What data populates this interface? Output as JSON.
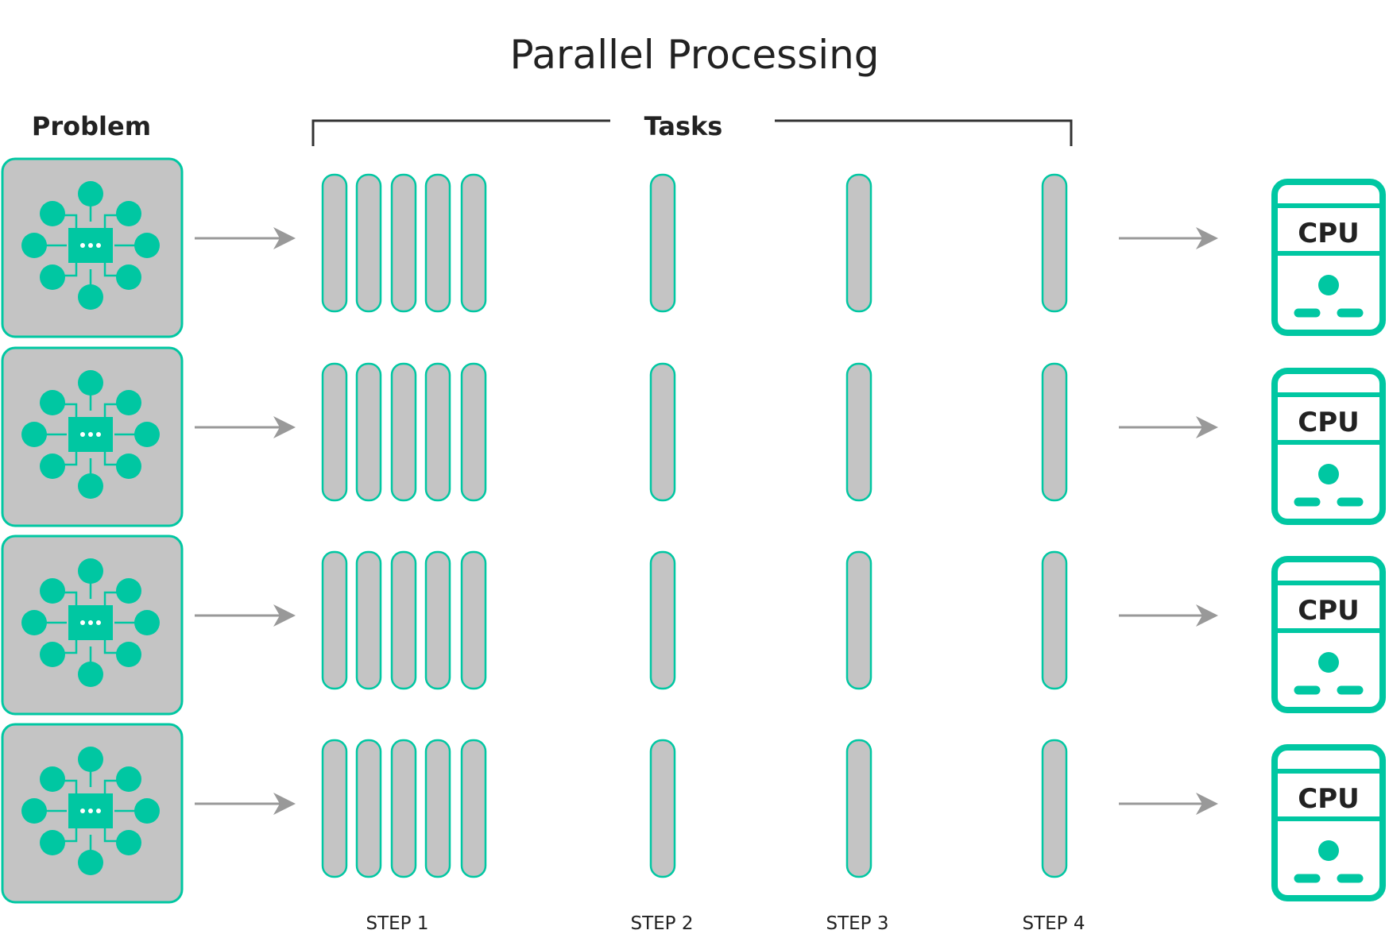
{
  "title": "Parallel Processing",
  "problem_label": "Problem",
  "tasks_label": "Tasks",
  "steps": [
    "STEP 1",
    "STEP 2",
    "STEP 3",
    "STEP 4"
  ],
  "cpu_label": "CPU",
  "row_count": 4,
  "step1_task_count": 5,
  "colors": {
    "accent": "#00C7A2",
    "box_fill": "#C4C4C4",
    "arrow": "#999999",
    "text": "#222222"
  }
}
